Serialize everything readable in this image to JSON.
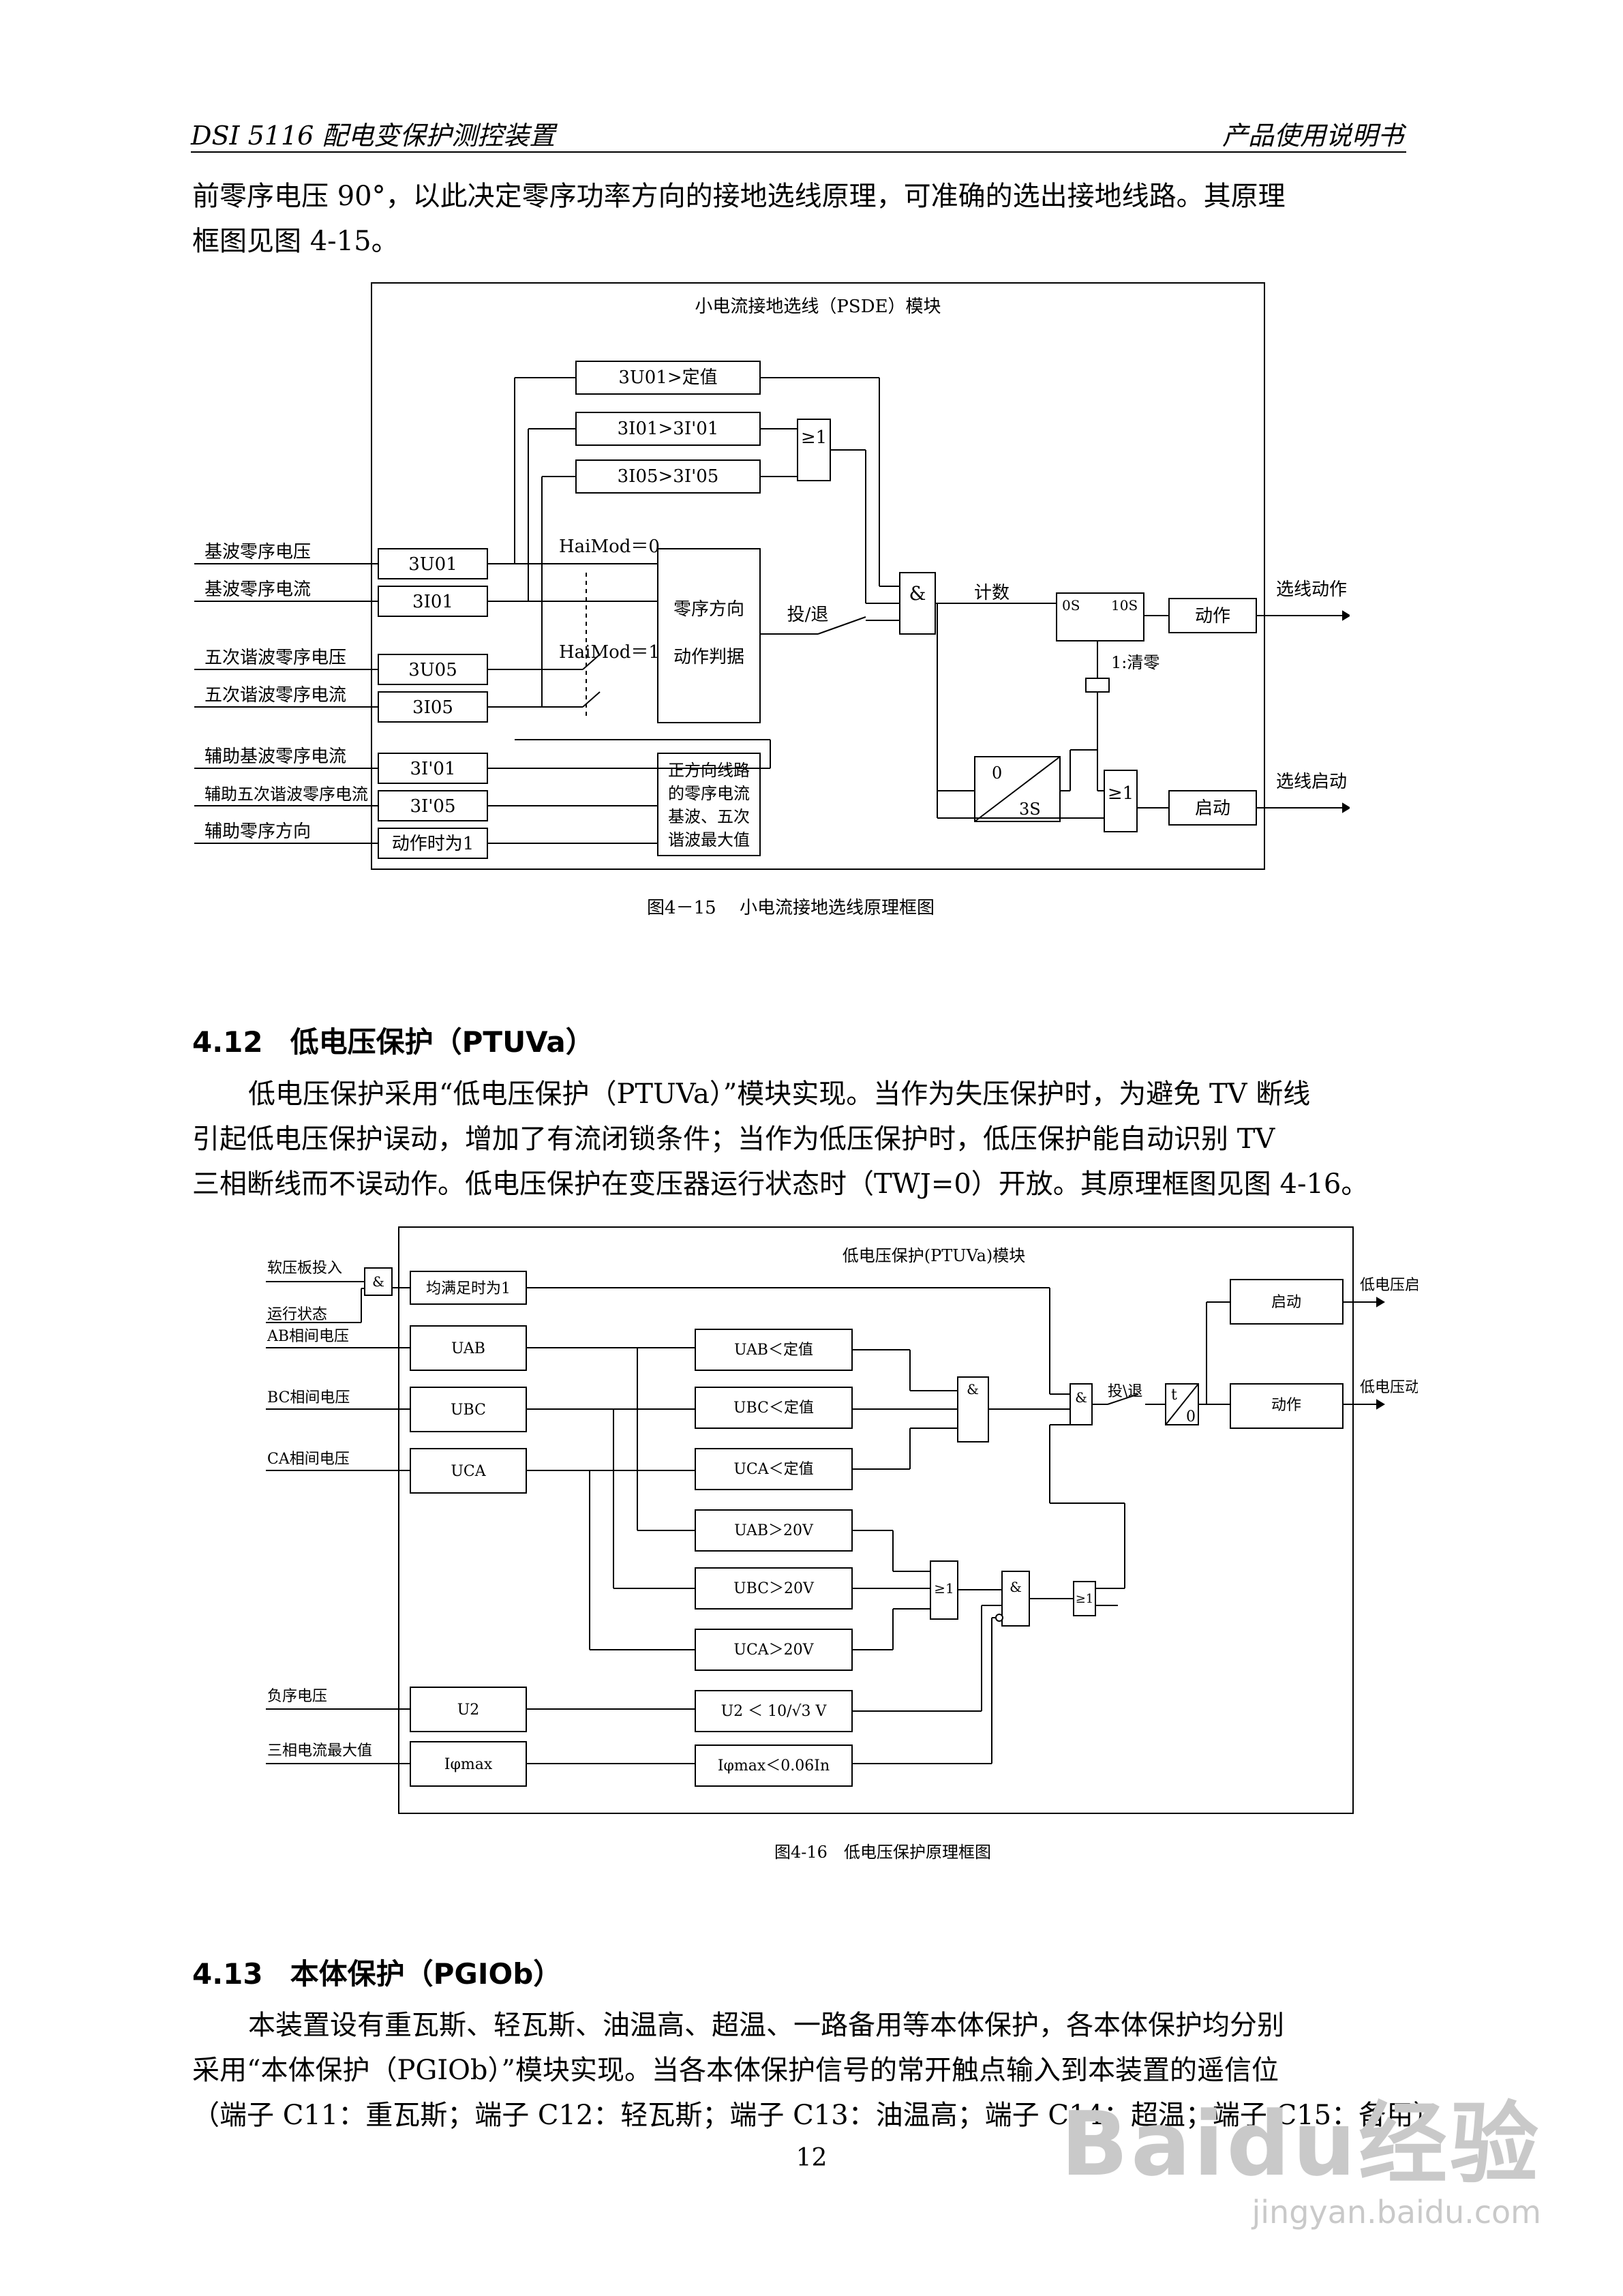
{
  "header": {
    "left": "DSI 5116 配电变保护测控装置",
    "right": "产品使用说明书"
  },
  "intro": {
    "line1": "前零序电压 90°，以此决定零序功率方向的接地选线原理，可准确的选出接地线路。其原理",
    "line2": "框图见图 4-15。"
  },
  "fig15": {
    "title": "小电流接地选线（PSDE）模块",
    "caption": "图4－15　 小电流接地选线原理框图",
    "inputs": [
      "基波零序电压",
      "基波零序电流",
      "五次谐波零序电压",
      "五次谐波零序电流",
      "辅助基波零序电流",
      "辅助五次谐波零序电流",
      "辅助零序方向"
    ],
    "box_u01": "3U01",
    "box_i01": "3I01",
    "box_u05": "3U05",
    "box_i05": "3I05",
    "box_ai01": "3I'01",
    "box_ai05": "3I'05",
    "box_dir": "动作时为1",
    "cmp1": "3U01>定值",
    "cmp2": "3I01>3I'01",
    "cmp3": "3I05>3I'05",
    "or_gate": "≥1",
    "and_gate": "&",
    "haimod0": "HaiMod＝0",
    "haimod1": "HaiMod＝1",
    "dir_box": [
      "零序方向",
      "动作判据"
    ],
    "switch": "投/退",
    "count": "计数",
    "timer_0s": "0S",
    "timer_10s": "10S",
    "clear": "1:清零",
    "act_box": "动作",
    "start_box": "启动",
    "out_act": "选线动作",
    "out_start": "选线启动",
    "delay_0": "0",
    "delay_3s": "3S",
    "or2": "≥1",
    "maxbox": [
      "正方向线路",
      "的零序电流",
      "基波、五次",
      "谐波最大值"
    ]
  },
  "sec412": {
    "num": "4.12",
    "title": "低电压保护（PTUVa）"
  },
  "p412": {
    "line1": "低电压保护采用“低电压保护（PTUVa）”模块实现。当作为失压保护时，为避免 TV 断线",
    "line2": "引起低电压保护误动，增加了有流闭锁条件；当作为低压保护时，低压保护能自动识别 TV",
    "line3": "三相断线而不误动作。低电压保护在变压器运行状态时（TWJ=0）开放。其原理框图见图 4-16。"
  },
  "fig16": {
    "title": "低电压保护(PTUVa)模块",
    "caption": "图4-16　低电压保护原理框图",
    "inputs": [
      "软压板投入",
      "运行状态",
      "AB相间电压",
      "BC相间电压",
      "CA相间电压",
      "负序电压",
      "三相电流最大值"
    ],
    "amp": "&",
    "all": "均满足时为1",
    "uab": "UAB",
    "ubc": "UBC",
    "uca": "UCA",
    "u2": "U2",
    "imax": "Iφmax",
    "c1": "UAB＜定值",
    "c2": "UBC＜定值",
    "c3": "UCA＜定值",
    "c4": "UAB＞20V",
    "c5": "UBC＞20V",
    "c6": "UCA＞20V",
    "c7": "U2 ＜ 10/√3 V",
    "c8": "Iφmax＜0.06In",
    "sw": "投\\退",
    "t": "t",
    "zero": "0",
    "or": "≥1",
    "start": "启动",
    "act": "动作",
    "out_start": "低电压启动",
    "out_act": "低电压动作"
  },
  "sec413": {
    "num": "4.13",
    "title": "本体保护（PGIOb）"
  },
  "p413": {
    "line1": "本装置设有重瓦斯、轻瓦斯、油温高、超温、一路备用等本体保护，各本体保护均分别",
    "line2": "采用“本体保护（PGIOb）”模块实现。当各本体保护信号的常开触点输入到本装置的遥信位",
    "line3": "（端子 C11：重瓦斯；端子 C12：轻瓦斯；端子 C13：油温高；端子 C14：超温；端子 C15：备用）"
  },
  "page_number": "12",
  "watermark": {
    "logo": "Baidu经验",
    "url": "jingyan.baidu.com"
  }
}
